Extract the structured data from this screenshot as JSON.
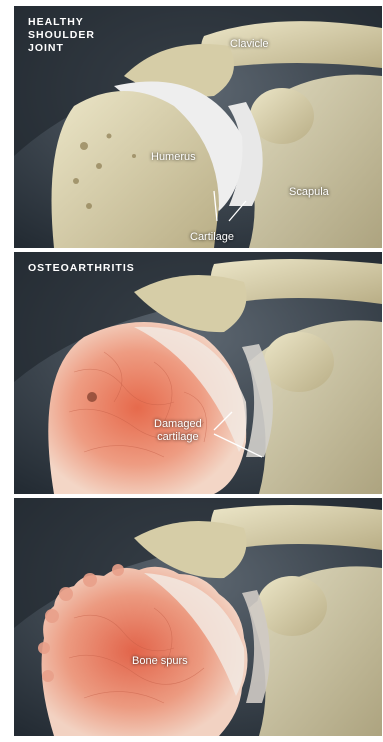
{
  "panels": [
    {
      "title": "HEALTHY\nSHOULDER\nJOINT",
      "labels": {
        "clavicle": "Clavicle",
        "humerus": "Humerus",
        "scapula": "Scapula",
        "cartilage": "Cartilage"
      }
    },
    {
      "title": "OSTEOARTHRITIS",
      "labels": {
        "damaged": "Damaged\ncartilage"
      }
    },
    {
      "title": "",
      "labels": {
        "spurs": "Bone spurs"
      }
    }
  ],
  "colors": {
    "background": "#2f3942",
    "bone": "#dcd4b4",
    "cartilage": "#eeeeee",
    "inflamed": "#e9866a"
  }
}
